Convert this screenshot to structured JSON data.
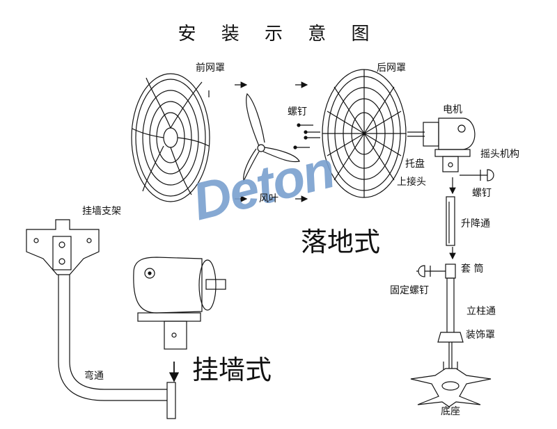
{
  "title": "安 装 示 意 图",
  "watermark": "Deton",
  "labels": {
    "front_guard": "前网罩",
    "rear_guard": "后网罩",
    "screws_top": "螺钉",
    "motor": "电机",
    "oscillation": "摇头机构",
    "tray": "托盘",
    "upper_joint": "上接头",
    "screw_right": "螺钉",
    "blade": "风叶",
    "wall_bracket": "挂墙支架",
    "floor_type": "落地式",
    "lift_tube": "升降通",
    "sleeve": "套 筒",
    "fixing_screw": "固定螺钉",
    "column_tube": "立柱通",
    "decor_cover": "装饰罩",
    "elbow_tube": "弯通",
    "wall_type": "挂墙式",
    "base": "底座"
  },
  "colors": {
    "line": "#111111",
    "watermark": "#7aa0cf"
  }
}
